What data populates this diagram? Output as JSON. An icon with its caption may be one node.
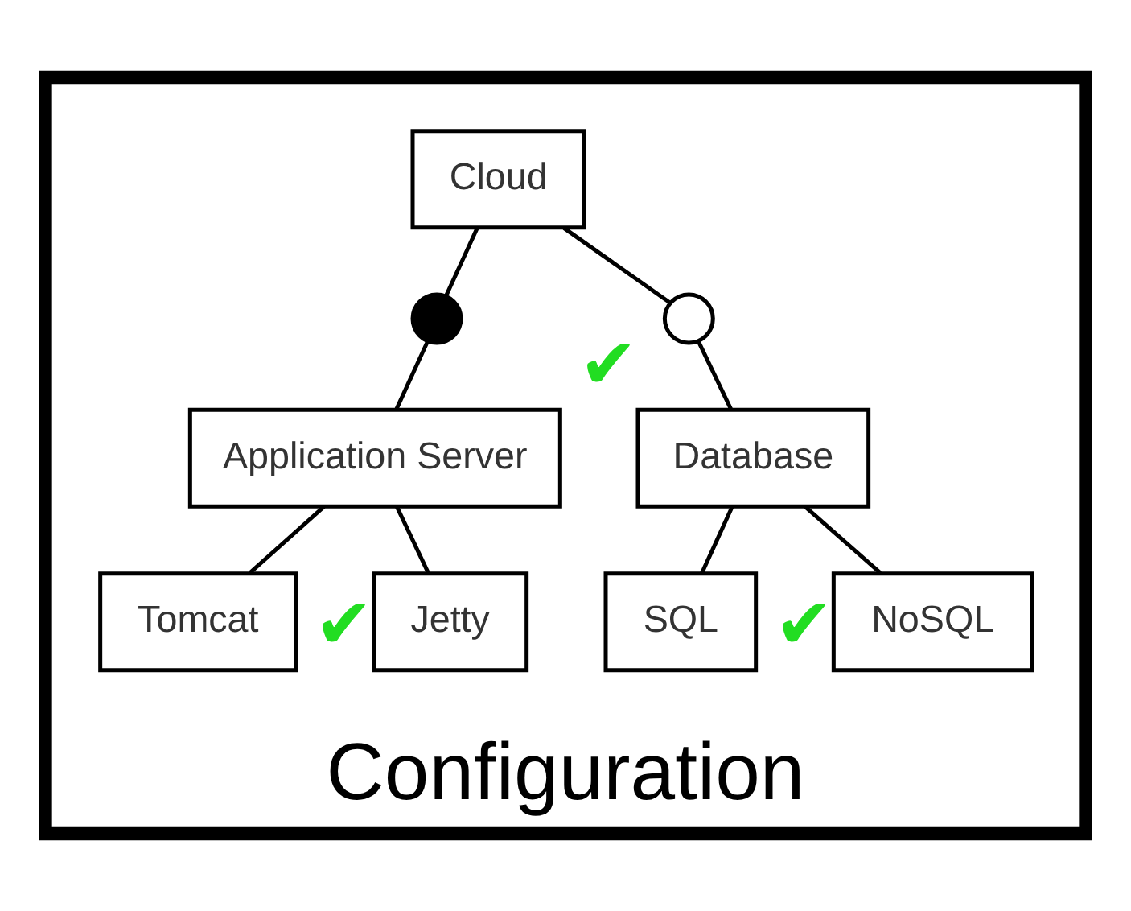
{
  "diagram": {
    "nodes": [
      {
        "text": [
          "Configuration"
        ]
      },
      {
        "text": [
          "Cloud"
        ],
        "in": 0
      },
      {
        "text": [],
        "shape": "dot",
        "in": 0
      },
      {
        "text": [],
        "shape": "circle",
        "in": 0
      },
      {
        "text": [
          "Application Server"
        ],
        "in": 0
      },
      {
        "text": [
          "Database"
        ],
        "in": 0,
        "beside": [
          "✔"
        ]
      },
      {
        "text": [
          "Tomcat"
        ],
        "in": 0
      },
      {
        "text": [
          "Jetty"
        ],
        "in": 0,
        "beside": [
          "✔"
        ]
      },
      {
        "text": [
          "SQL"
        ],
        "in": 0
      },
      {
        "text": [
          "NoSQL"
        ],
        "in": 0,
        "beside": [
          "✔"
        ]
      }
    ],
    "edges": [
      {
        "from": 1,
        "to": 2,
        "arrow": "none"
      },
      {
        "from": 2,
        "to": 4,
        "arrow": "none"
      },
      {
        "from": 1,
        "to": 3,
        "arrow": "none"
      },
      {
        "from": 3,
        "to": 5,
        "arrow": "none"
      },
      {
        "from": 4,
        "to": 6,
        "arrow": "none"
      },
      {
        "from": 4,
        "to": 7,
        "arrow": "none"
      },
      {
        "from": 5,
        "to": 8,
        "arrow": "none"
      },
      {
        "from": 5,
        "to": 9,
        "arrow": "none"
      }
    ]
  }
}
